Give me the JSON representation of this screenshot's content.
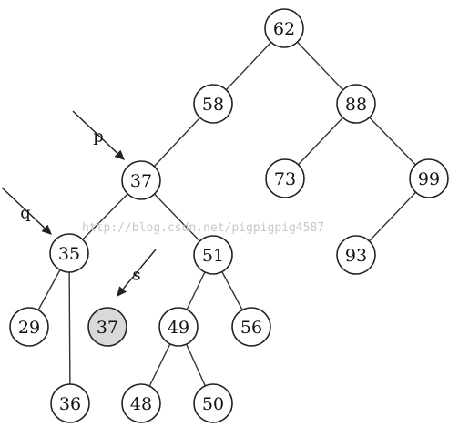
{
  "diagram": {
    "nodes": [
      {
        "id": "n62",
        "label": "62"
      },
      {
        "id": "n58",
        "label": "58"
      },
      {
        "id": "n88",
        "label": "88"
      },
      {
        "id": "n37",
        "label": "37"
      },
      {
        "id": "n73",
        "label": "73"
      },
      {
        "id": "n99",
        "label": "99"
      },
      {
        "id": "n35",
        "label": "35"
      },
      {
        "id": "n51",
        "label": "51"
      },
      {
        "id": "n93",
        "label": "93"
      },
      {
        "id": "n29",
        "label": "29"
      },
      {
        "id": "n37s",
        "label": "37",
        "highlight": true
      },
      {
        "id": "n49",
        "label": "49"
      },
      {
        "id": "n56",
        "label": "56"
      },
      {
        "id": "n36",
        "label": "36"
      },
      {
        "id": "n48",
        "label": "48"
      },
      {
        "id": "n50",
        "label": "50"
      }
    ],
    "edges": [
      [
        "n62",
        "n58"
      ],
      [
        "n62",
        "n88"
      ],
      [
        "n58",
        "n37"
      ],
      [
        "n88",
        "n73"
      ],
      [
        "n88",
        "n99"
      ],
      [
        "n99",
        "n93"
      ],
      [
        "n37",
        "n35"
      ],
      [
        "n37",
        "n51"
      ],
      [
        "n35",
        "n29"
      ],
      [
        "n35",
        "n36"
      ],
      [
        "n51",
        "n49"
      ],
      [
        "n51",
        "n56"
      ],
      [
        "n49",
        "n48"
      ],
      [
        "n49",
        "n50"
      ]
    ],
    "pointers": [
      {
        "id": "p",
        "label": "p",
        "target": "n37"
      },
      {
        "id": "q",
        "label": "q",
        "target": "n35"
      },
      {
        "id": "s",
        "label": "s",
        "target": "n37s"
      }
    ],
    "watermark": "http://blog.csdn.net/pigpigpig4587",
    "colors": {
      "highlight_fill": "#d9d9d9",
      "stroke": "#222222"
    }
  }
}
